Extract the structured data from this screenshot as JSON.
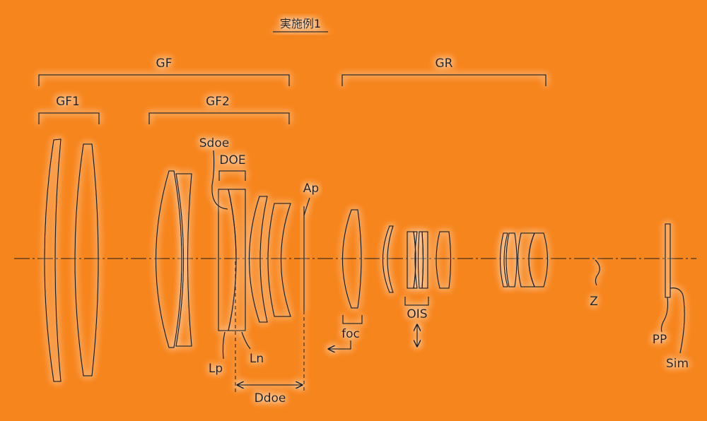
{
  "title": "実施例1",
  "groups": {
    "front": "GF",
    "front_1": "GF1",
    "front_2": "GF2",
    "rear": "GR"
  },
  "labels": {
    "sdoe": "Sdoe",
    "doe": "DOE",
    "aperture": "Ap",
    "lp": "Lp",
    "ln": "Ln",
    "ddoe": "Ddoe",
    "focus": "foc",
    "ois": "OIS",
    "z_axis": "Z",
    "pp": "PP",
    "sim": "Sim"
  },
  "colors": {
    "background": "#f7851d",
    "glow": "#ffffff",
    "line": "#1a1a1a"
  }
}
